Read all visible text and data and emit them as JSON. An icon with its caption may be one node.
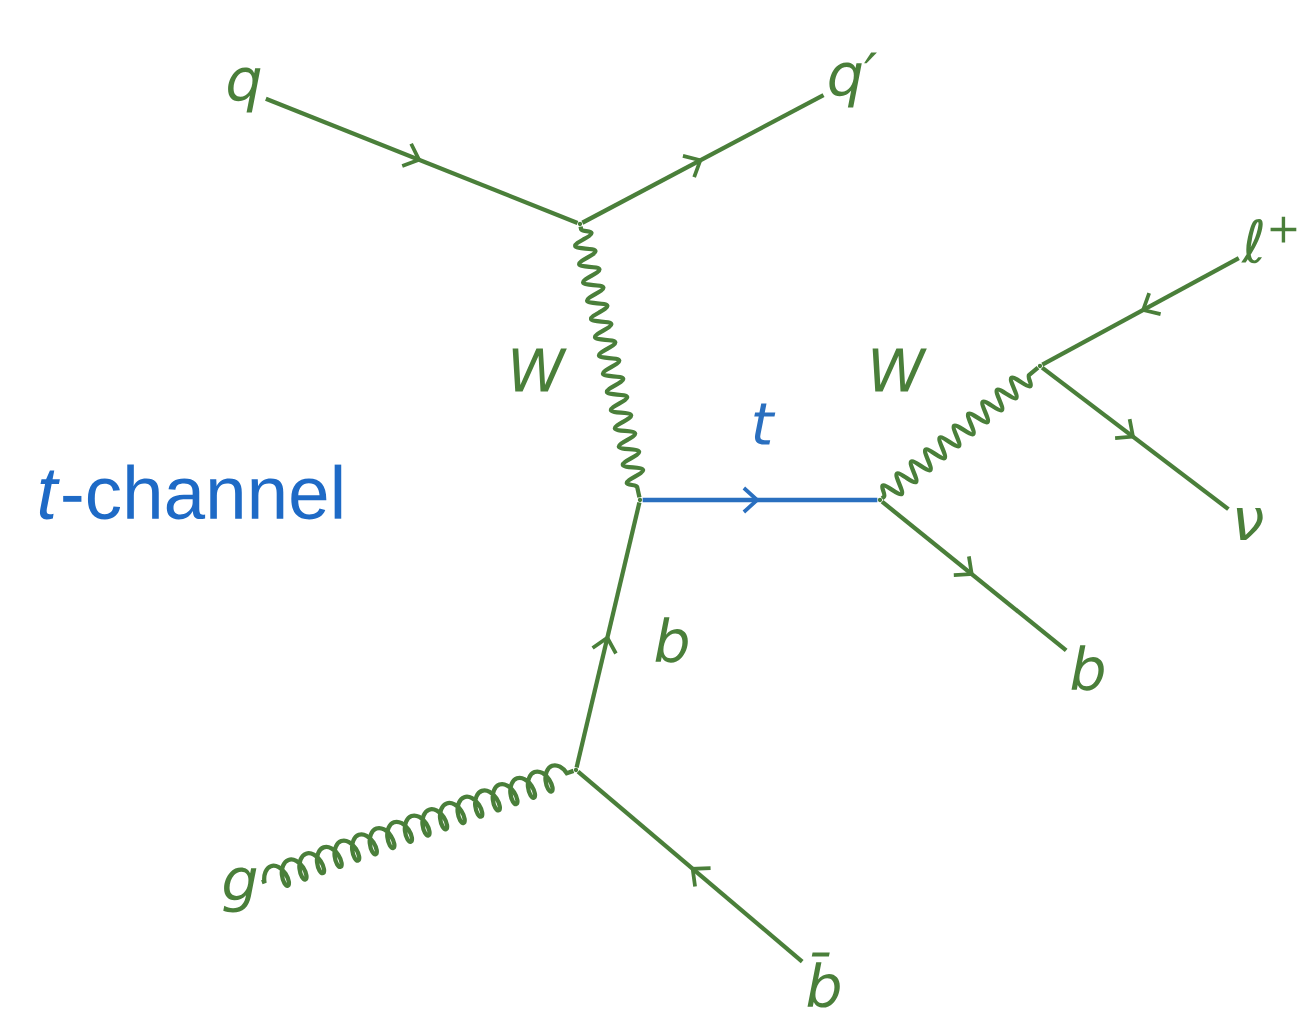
{
  "diagram": {
    "nodes": [
      {
        "text": [
          "q"
        ]
      },
      {
        "text": [
          "q′"
        ]
      },
      {
        "text": [],
        "shape": "vertex"
      },
      {
        "text": [],
        "shape": "vertex"
      },
      {
        "text": [],
        "shape": "vertex"
      },
      {
        "text": [],
        "shape": "vertex"
      },
      {
        "text": [
          "ℓ$^{+}$"
        ]
      },
      {
        "text": [
          "ν"
        ]
      },
      {
        "text": [
          "b"
        ]
      },
      {
        "text": [],
        "shape": "vertex"
      },
      {
        "text": [
          "g"
        ]
      },
      {
        "text": [
          "b̄"
        ]
      }
    ],
    "edges": [
      {
        "from": 0,
        "to": 2,
        "arrow": "to"
      },
      {
        "from": 2,
        "to": 1,
        "arrow": "to"
      },
      {
        "from": 2,
        "to": 3,
        "arrow": "none",
        "label": "W"
      },
      {
        "from": 3,
        "to": 4,
        "arrow": "to",
        "color": "#2a6fbf",
        "label": "t"
      },
      {
        "from": 4,
        "to": 5,
        "arrow": "none",
        "label": "W"
      },
      {
        "from": 6,
        "to": 5,
        "arrow": "to"
      },
      {
        "from": 5,
        "to": 7,
        "arrow": "to"
      },
      {
        "from": 4,
        "to": 8,
        "arrow": "to"
      },
      {
        "from": 9,
        "to": 3,
        "arrow": "to",
        "label": "b"
      },
      {
        "from": 10,
        "to": 9,
        "arrow": "none"
      },
      {
        "from": 11,
        "to": 9,
        "arrow": "to"
      }
    ],
    "labels": [
      "*t*-channel"
    ]
  }
}
